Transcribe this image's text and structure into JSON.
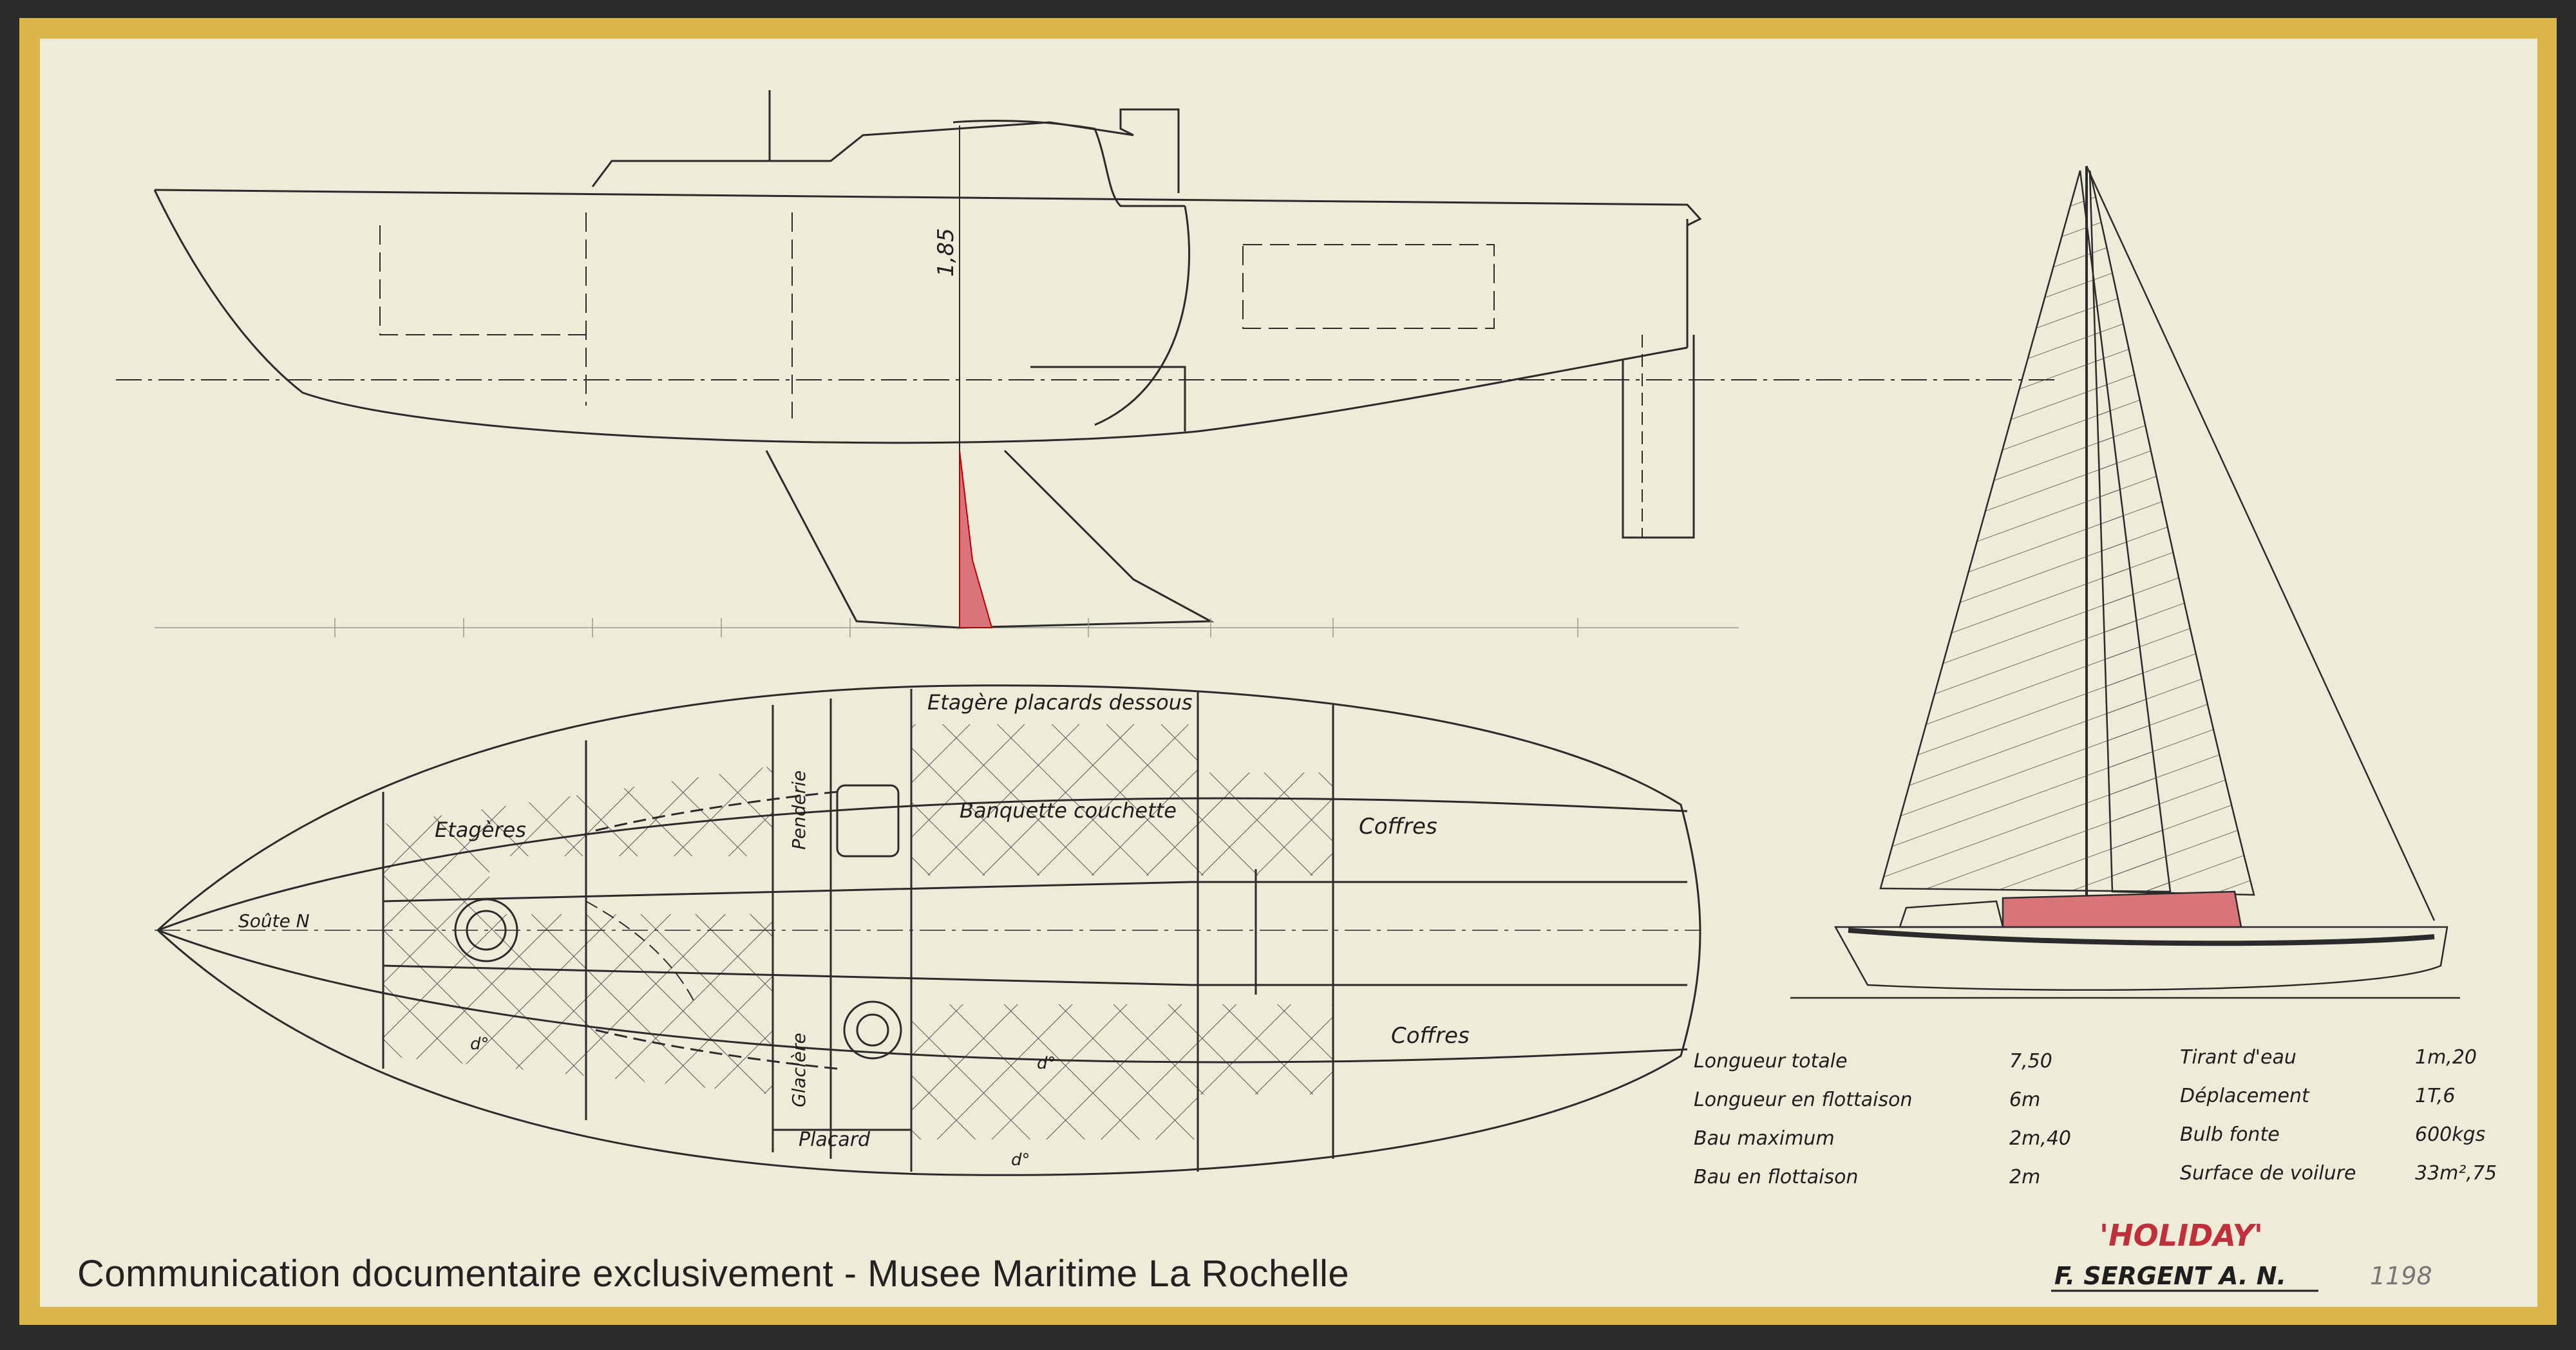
{
  "watermark": "Communication documentaire exclusivement - Musee Maritime La Rochelle",
  "title": "'HOLIDAY'",
  "designer": "F. SERGENT A. N.",
  "plan_number": "1198",
  "profile": {
    "draft_dimension": "1,85"
  },
  "deck_labels": {
    "shelf_cupboards": "Etagère placards dessous",
    "shelves": "Etagères",
    "wardrobe": "Penderie",
    "berth": "Banquette couchette",
    "lockers_top": "Coffres",
    "lockers_bottom": "Coffres",
    "forepeak": "Soûte N",
    "ice_box": "Glacière",
    "cupboard": "Placard",
    "ditto_1": "d°",
    "ditto_2": "d°",
    "ditto_3": "d°"
  },
  "specs_left": [
    {
      "label": "Longueur totale",
      "value": "7,50"
    },
    {
      "label": "Longueur en flottaison",
      "value": "6m"
    },
    {
      "label": "Bau maximum",
      "value": "2m,40"
    },
    {
      "label": "Bau en flottaison",
      "value": "2m"
    }
  ],
  "specs_right": [
    {
      "label": "Tirant d'eau",
      "value": "1m,20"
    },
    {
      "label": "Déplacement",
      "value": "1T,6"
    },
    {
      "label": "Bulb fonte",
      "value": "600kgs"
    },
    {
      "label": "Surface de voilure",
      "value": "33m²,75"
    }
  ],
  "colors": {
    "paper": "#eeebd9",
    "frame": "#d9b54a",
    "ink": "#2b2b2b",
    "red_accent": "#d9757a",
    "title_red": "#c0303a"
  }
}
